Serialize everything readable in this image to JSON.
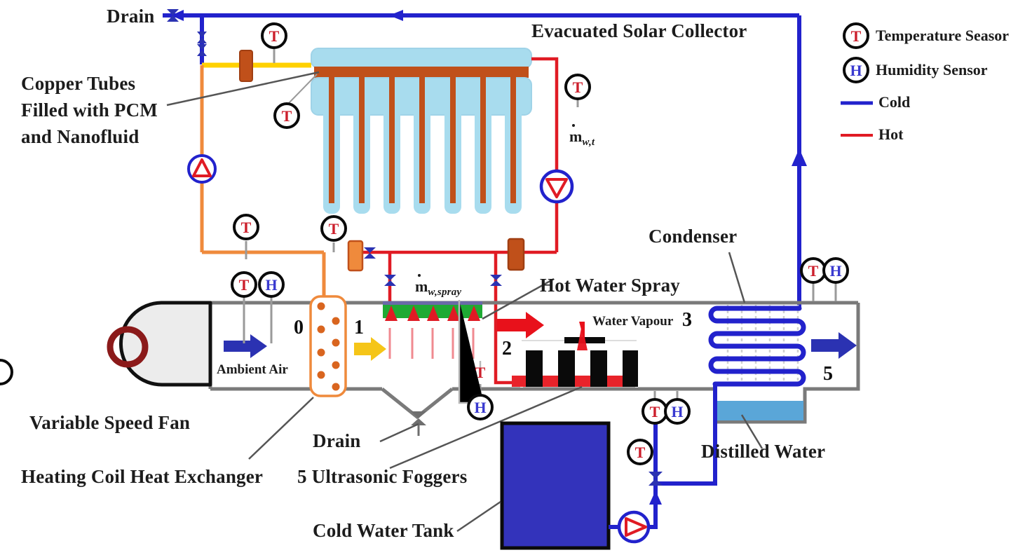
{
  "diagram": {
    "title": "Solar-assisted humidification-dehumidification water desalination schematic",
    "colors": {
      "cold": "#2222cc",
      "hot": "#e01b24",
      "copper": "#c0501a",
      "pcm_yellow": "#ffd100",
      "pcm_orange": "#ef8a3c",
      "tube_glass": "#a8dcee",
      "duct_gray": "#7a7a7a",
      "tank_blue": "#3333bb",
      "distilled_blue": "#5aa6d8",
      "fogger_black": "#0a0a0a",
      "fogger_red": "#e8232a",
      "spray_green": "#1faa34",
      "arrow_blue": "#2b32b2",
      "arrow_yellow": "#f5c518",
      "arrow_red": "#e8111b"
    },
    "labels": {
      "drain_top": "Drain",
      "drain_bottom": "Drain",
      "copper_tubes": [
        "Copper Tubes",
        "Filled with PCM",
        "and Nanofluid"
      ],
      "evacuated_solar_collector": "Evacuated Solar Collector",
      "condenser": "Condenser",
      "hot_water_spray": "Hot Water Spray",
      "water_vapour": "Water Vapour",
      "distilled_water": "Distilled Water",
      "ambient_air": "Ambient Air",
      "variable_speed_fan": "Variable Speed Fan",
      "heating_coil": "Heating Coil Heat Exchanger",
      "ultrasonic_foggers": "5 Ultrasonic Foggers",
      "cold_water_tank": "Cold Water Tank"
    },
    "flow_labels": {
      "collector": {
        "symbol": "m",
        "subscript": "w,t"
      },
      "spray": {
        "symbol": "m",
        "subscript": "w,spray"
      }
    },
    "station_numbers": [
      "0",
      "1",
      "2",
      "3",
      "5"
    ],
    "legend": {
      "items": [
        {
          "icon": "temperature-sensor-icon",
          "glyph": "T",
          "label": "Temperature Seasor",
          "type": "sensor",
          "color": "#cc1f2c"
        },
        {
          "icon": "humidity-sensor-icon",
          "glyph": "H",
          "label": "Humidity Sensor",
          "type": "sensor",
          "color": "#3a3ad0"
        },
        {
          "icon": "cold-line-icon",
          "glyph": "",
          "label": "Cold",
          "type": "line",
          "color": "#2222cc"
        },
        {
          "icon": "hot-line-icon",
          "glyph": "",
          "label": "Hot",
          "type": "line",
          "color": "#e01b24"
        }
      ]
    },
    "sensors": {
      "temperature_glyph": "T",
      "humidity_glyph": "H",
      "temperature_count": 11,
      "humidity_count": 4
    },
    "components": {
      "evacuated_tubes_count": 7,
      "fogger_count": 5,
      "spray_nozzle_count": 5,
      "pumps": [
        {
          "name": "pcm-loop-pump",
          "direction": "up"
        },
        {
          "name": "collector-loop-pump",
          "direction": "down"
        },
        {
          "name": "cold-water-pump",
          "direction": "right"
        }
      ]
    }
  }
}
